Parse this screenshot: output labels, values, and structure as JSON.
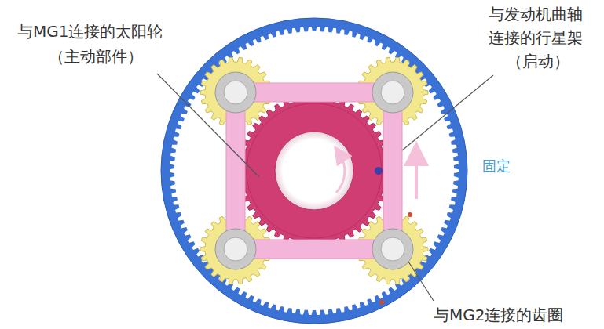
{
  "diagram": {
    "labels": [
      "与MG1连接的太阳轮",
      "（主动部件）",
      "与发动机曲轴",
      "连接的行星架",
      "（启动）",
      "固定",
      "与MG2连接的齿圈"
    ]
  }
}
